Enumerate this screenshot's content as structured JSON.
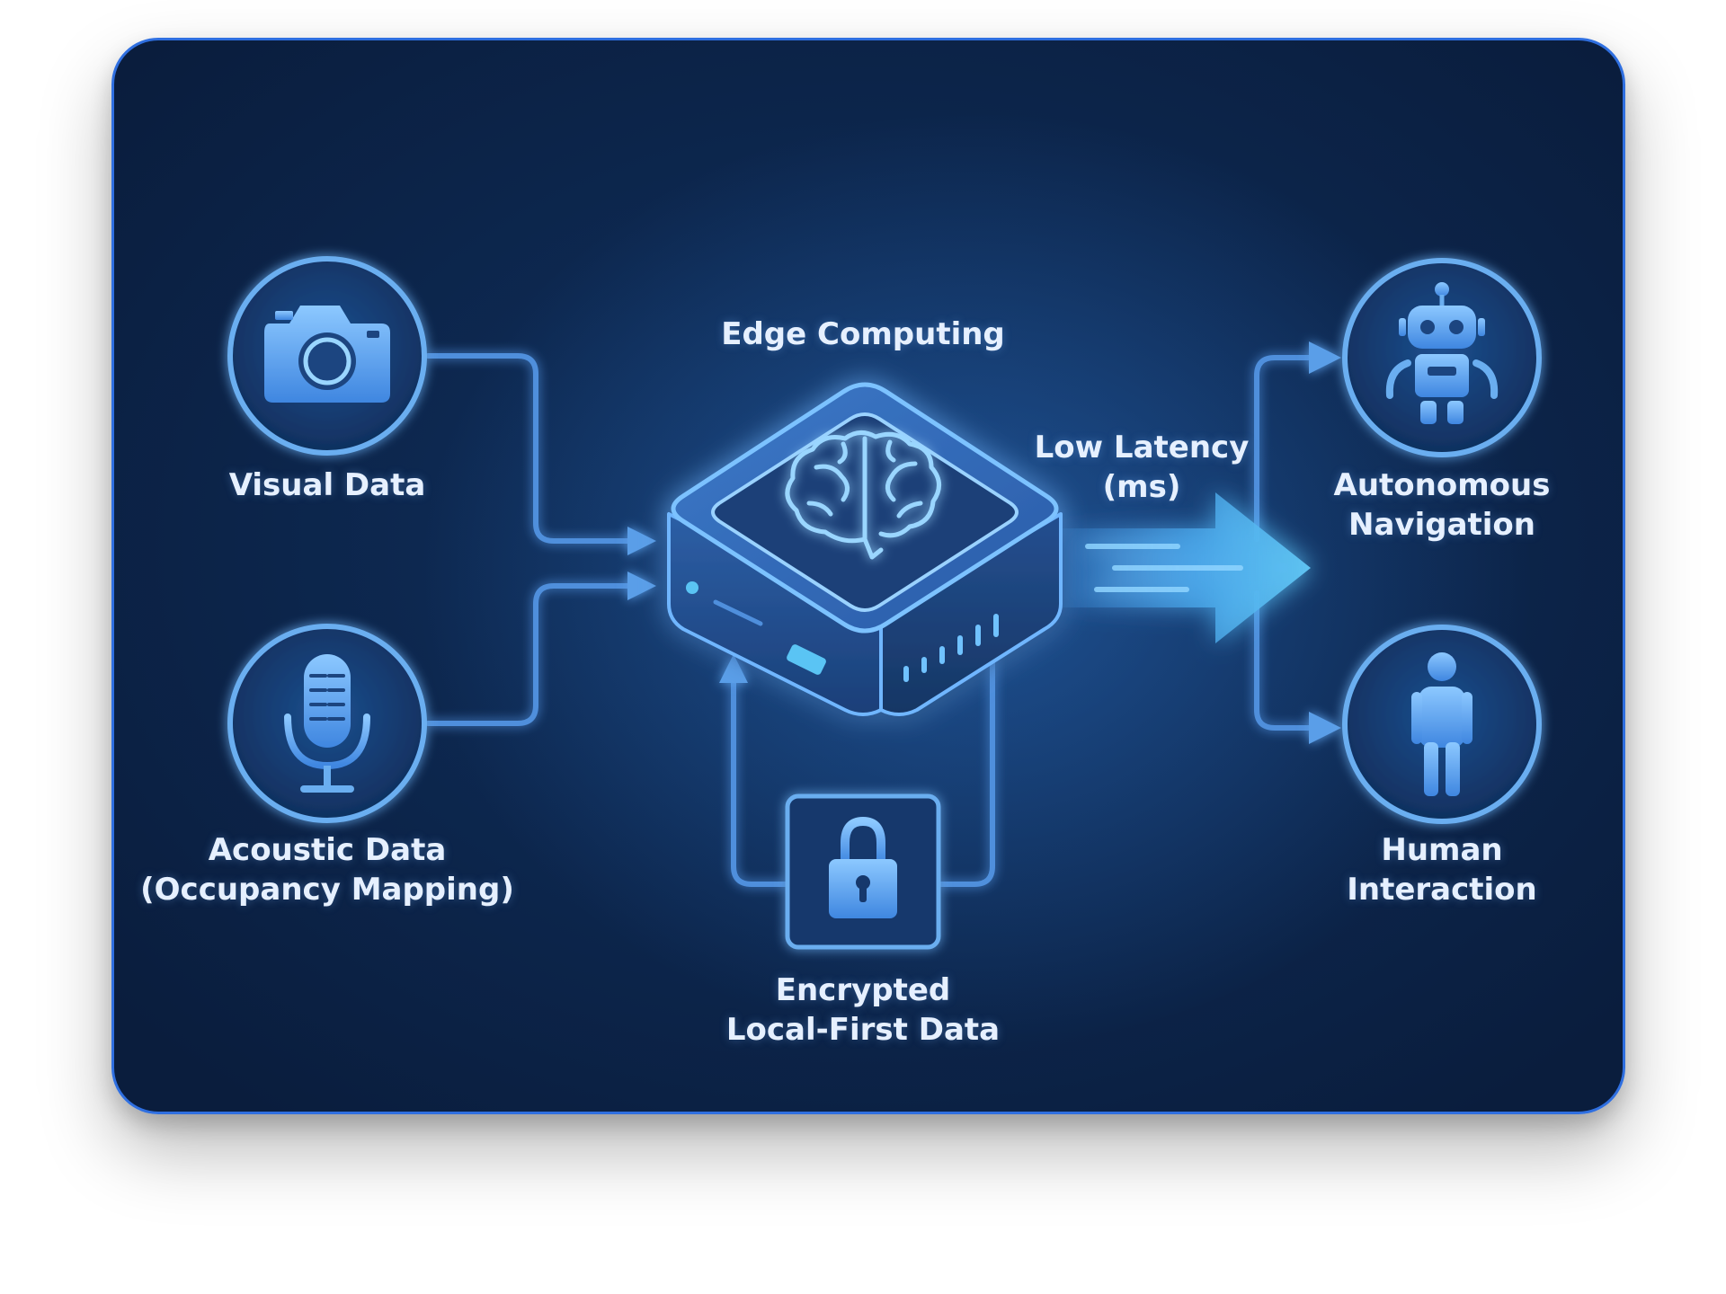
{
  "inputs": {
    "visual": {
      "label": "Visual Data",
      "icon": "camera-icon"
    },
    "acoustic": {
      "label_line1": "Acoustic Data",
      "label_line2": "(Occupancy Mapping)",
      "icon": "microphone-icon"
    }
  },
  "core": {
    "title": "Edge Computing",
    "icon": "brain-icon",
    "device": "edge-device"
  },
  "storage": {
    "label_line1": "Encrypted",
    "label_line2": "Local-First Data",
    "icon": "lock-icon"
  },
  "link": {
    "label_line1": "Low Latency",
    "label_line2": "(ms)"
  },
  "outputs": {
    "navigation": {
      "label_line1": "Autonomous",
      "label_line2": "Navigation",
      "icon": "robot-icon"
    },
    "human": {
      "label_line1": "Human",
      "label_line2": "Interaction",
      "icon": "person-icon"
    }
  },
  "colors": {
    "background": "#0d2850",
    "accent": "#5aa8f0",
    "line": "#4f8fdc",
    "text": "#e6f0ff",
    "border": "#2f6fe0"
  }
}
